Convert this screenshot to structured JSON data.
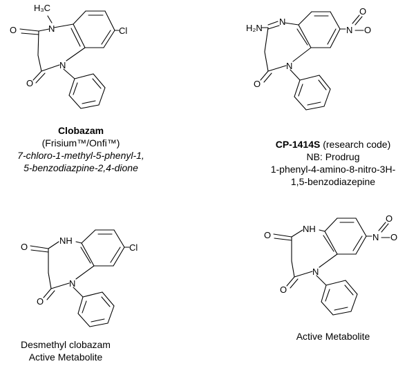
{
  "compounds": [
    {
      "atoms": {
        "me": "H₃C",
        "cl": "Cl",
        "o_top": "O",
        "o_bot": "O",
        "n_top": "N",
        "n_bot": "N"
      },
      "caption": {
        "name": "Clobazam",
        "brands": "(Frisium™/Onfi™)",
        "iupac_1": "7-chloro-1-methyl-5-phenyl-1,",
        "iupac_2": "5-benzodiazpine-2,4-dione"
      }
    },
    {
      "atoms": {
        "nh2": "H₂N",
        "n_top": "N",
        "n_bot": "N",
        "o_bot": "O",
        "no2_n": "N",
        "no2_o1": "O",
        "no2_o2": "O"
      },
      "caption": {
        "name": "CP-1414S",
        "code_note": "(research code)",
        "note": "NB: Prodrug",
        "iupac_1": "1-phenyl-4-amino-8-nitro-3H-",
        "iupac_2": "1,5-benzodiazepine"
      }
    },
    {
      "atoms": {
        "nh": "NH",
        "cl": "Cl",
        "o_top": "O",
        "o_bot": "O",
        "n_bot": "N"
      },
      "caption": {
        "line_1": "Desmethyl clobazam",
        "line_2": "Active Metabolite"
      }
    },
    {
      "atoms": {
        "nh": "NH",
        "o_top": "O",
        "o_bot": "O",
        "n_bot": "N",
        "no2_n": "N",
        "no2_o1": "O",
        "no2_o2": "O"
      },
      "caption": {
        "line_1": "Active Metabolite"
      }
    }
  ]
}
